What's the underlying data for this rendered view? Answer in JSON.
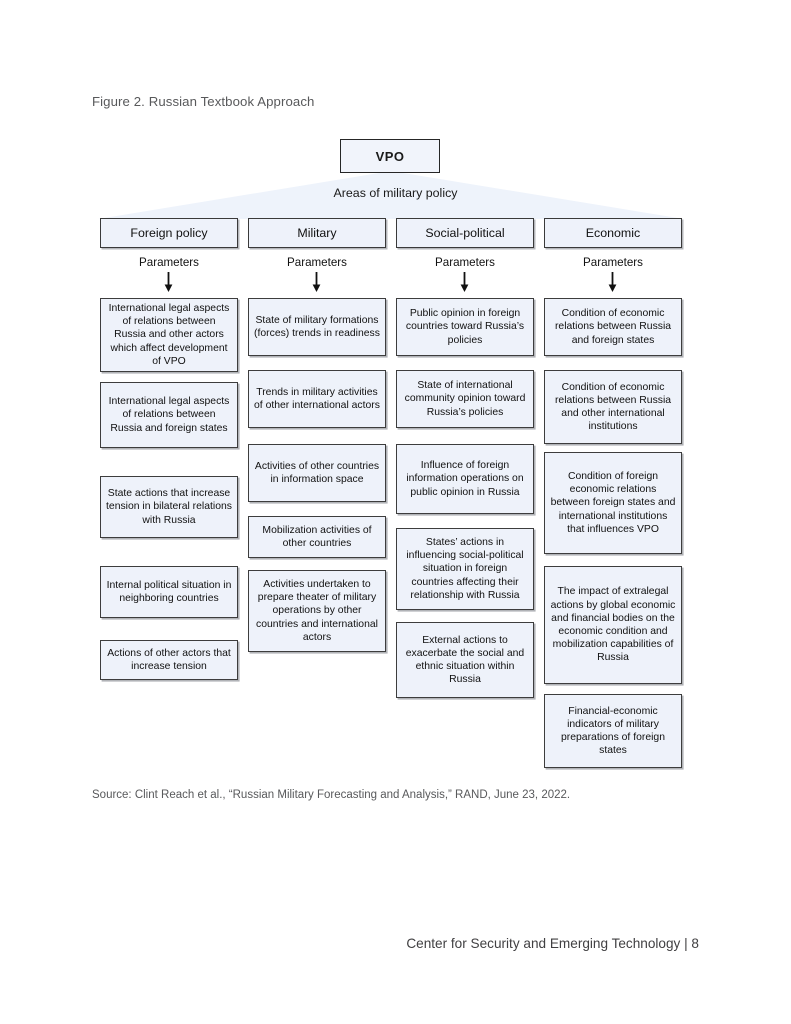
{
  "figure": {
    "caption": "Figure 2. Russian Textbook Approach",
    "root_label": "VPO",
    "funnel_label": "Areas of military policy",
    "parameters_label": "Parameters",
    "source": "Source: Clint Reach et al., “Russian Military Forecasting and Analysis,” RAND, June 23, 2022.",
    "colors": {
      "box_fill": "#eef2fa",
      "box_border": "#3d3d3d",
      "funnel_fill": "#eef3fb",
      "caption_text": "#58595b",
      "body_text": "#111111"
    }
  },
  "columns": [
    {
      "header": "Foreign policy",
      "items": [
        "International legal aspects of relations between Russia and other actors which affect development of VPO",
        "International legal aspects of relations between Russia and foreign states",
        "State actions that increase tension in bilateral relations with Russia",
        "Internal political situation in neighboring countries",
        "Actions of other actors that increase tension"
      ]
    },
    {
      "header": "Military",
      "items": [
        "State of military formations (forces) trends in readiness",
        "Trends in military activities of other international actors",
        "Activities of other countries in information space",
        "Mobilization activities of other countries",
        "Activities undertaken to prepare theater of military operations by other countries and international actors"
      ]
    },
    {
      "header": "Social-political",
      "items": [
        "Public opinion in foreign countries toward Russia’s policies",
        "State of international community opinion toward Russia’s policies",
        "Influence of foreign information operations on public opinion in Russia",
        "States’ actions in influencing social-political situation in foreign countries affecting their relationship with Russia",
        "External actions to exacerbate the social and ethnic situation within Russia"
      ]
    },
    {
      "header": "Economic",
      "items": [
        "Condition of economic relations between Russia and foreign states",
        "Condition of economic relations between Russia and other international institutions",
        "Condition of foreign economic relations between foreign states and international institutions that influences VPO",
        "The impact of extralegal actions by global economic and financial bodies on the economic condition and mobilization capabilities of Russia",
        "Financial-economic indicators of military preparations of foreign states"
      ]
    }
  ],
  "page": {
    "footer": "Center for Security and Emerging Technology | 8"
  }
}
